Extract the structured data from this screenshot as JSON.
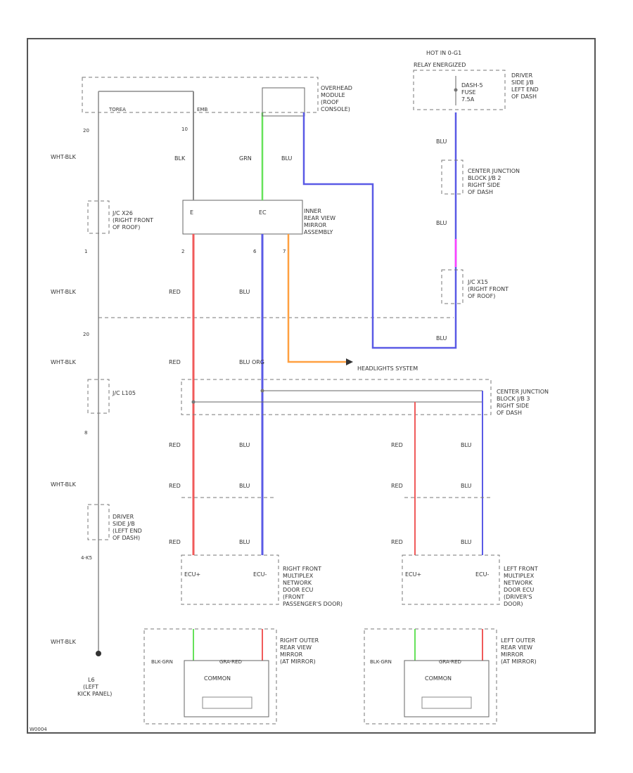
{
  "colors": {
    "grn": "#66e25a",
    "blu": "#5a5ae6",
    "red": "#f05a5a",
    "org": "#ffa040",
    "pnk": "#ff40ff",
    "gry": "#8a8a8a"
  },
  "hot_at_all_times": "HOT IN 0-G1",
  "relay_energized": "RELAY ENERGIZED",
  "dash_fuse": "DASH-5",
  "fuse": "FUSE",
  "fuse_amp": "7.5A",
  "driver_jb": "DRIVER SIDE J/B (LEFT END OF DASH)",
  "overhead_module": "OVERHEAD MODULE (ROOF CONSOLE)",
  "inner_mirror": "INNER REAR VIEW MIRROR ASSEMBLY",
  "center_jb2": "CENTER JUNCTION BLOCK J/B 2 (RIGHT SIDE OF DASH)",
  "center_jb3": "CENTER JUNCTION BLOCK J/B 3 (RIGHT SIDE OF DASH)",
  "jc_x15": "J/C X15 (RIGHT FRONT OF ROOF)",
  "jc_x26": "J/C X26 (RIGHT FRONT OF ROOF)",
  "jc_l105": "J/C L105",
  "headlights": "HEADLIGHTS SYSTEM",
  "rf_ecu": "RIGHT FRONT MULTIPLEX NETWORK DOOR ECU (FRONT PASSENGER'S DOOR)",
  "lf_ecu": "LEFT FRONT MULTIPLEX NETWORK DOOR ECU (DRIVER'S DOOR)",
  "r_mirror": "RIGHT OUTER REAR VIEW MIRROR (AT MIRROR)",
  "l_mirror": "LEFT OUTER REAR VIEW MIRROR (AT MIRROR)",
  "ground": "L6 (LEFT KICK PANEL)",
  "electrochromic": "COMMON",
  "wire_wht_blk": "WHT-BLK",
  "wire_blk": "BLK",
  "wire_grn": "GRN",
  "wire_blu": "BLU",
  "wire_red": "RED",
  "wire_org": "ORG",
  "wire_blu_org": "BLU  ORG",
  "ecu_plus": "ECU+",
  "ecu_minus": "ECU-",
  "pin_e": "E",
  "pin_ec": "EC",
  "mirror_left_wire": "BLK-GRN",
  "mirror_right_wire": "GRA-RED",
  "diagram_id": "W0004"
}
